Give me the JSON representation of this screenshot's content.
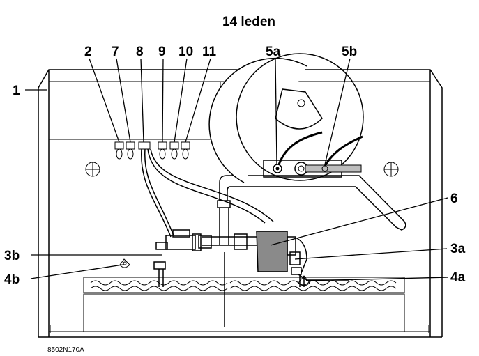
{
  "title": "14 leden",
  "reference_code": "8502N170A",
  "labels": {
    "l1": "1",
    "l2": "2",
    "l7": "7",
    "l8": "8",
    "l9": "9",
    "l10": "10",
    "l11": "11",
    "l5a": "5a",
    "l5b": "5b",
    "l6": "6",
    "l3a": "3a",
    "l3b": "3b",
    "l4a": "4a",
    "l4b": "4b"
  }
}
